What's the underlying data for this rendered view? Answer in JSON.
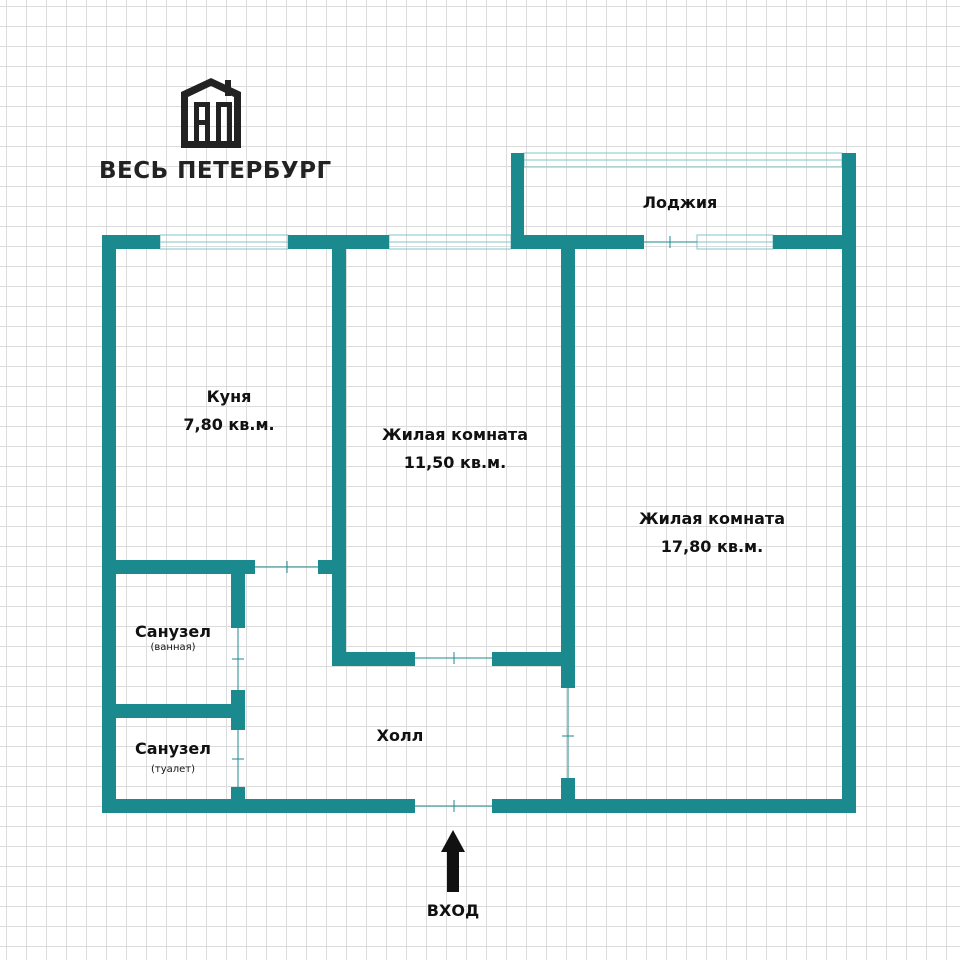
{
  "brand": {
    "name": "ВЕСЬ ПЕТЕРБУРГ",
    "logo_icon": "building-logo-icon"
  },
  "colors": {
    "wall": "#1b8a8e",
    "window": "#7fc5c8",
    "grid": "#dcdcdc",
    "text": "#111111"
  },
  "rooms": {
    "kitchen": {
      "name": "Куня",
      "area": "7,80 кв.м."
    },
    "living1": {
      "name": "Жилая комната",
      "area": "11,50 кв.м."
    },
    "living2": {
      "name": "Жилая комната",
      "area": "17,80 кв.м."
    },
    "loggia": {
      "name": "Лоджия"
    },
    "bath": {
      "name": "Санузел",
      "note": "(ванная)"
    },
    "toilet": {
      "name": "Санузел",
      "note": "(туалет)"
    },
    "hall": {
      "name": "Холл"
    }
  },
  "entrance": {
    "label": "ВХОД",
    "icon": "arrow-up-icon"
  }
}
